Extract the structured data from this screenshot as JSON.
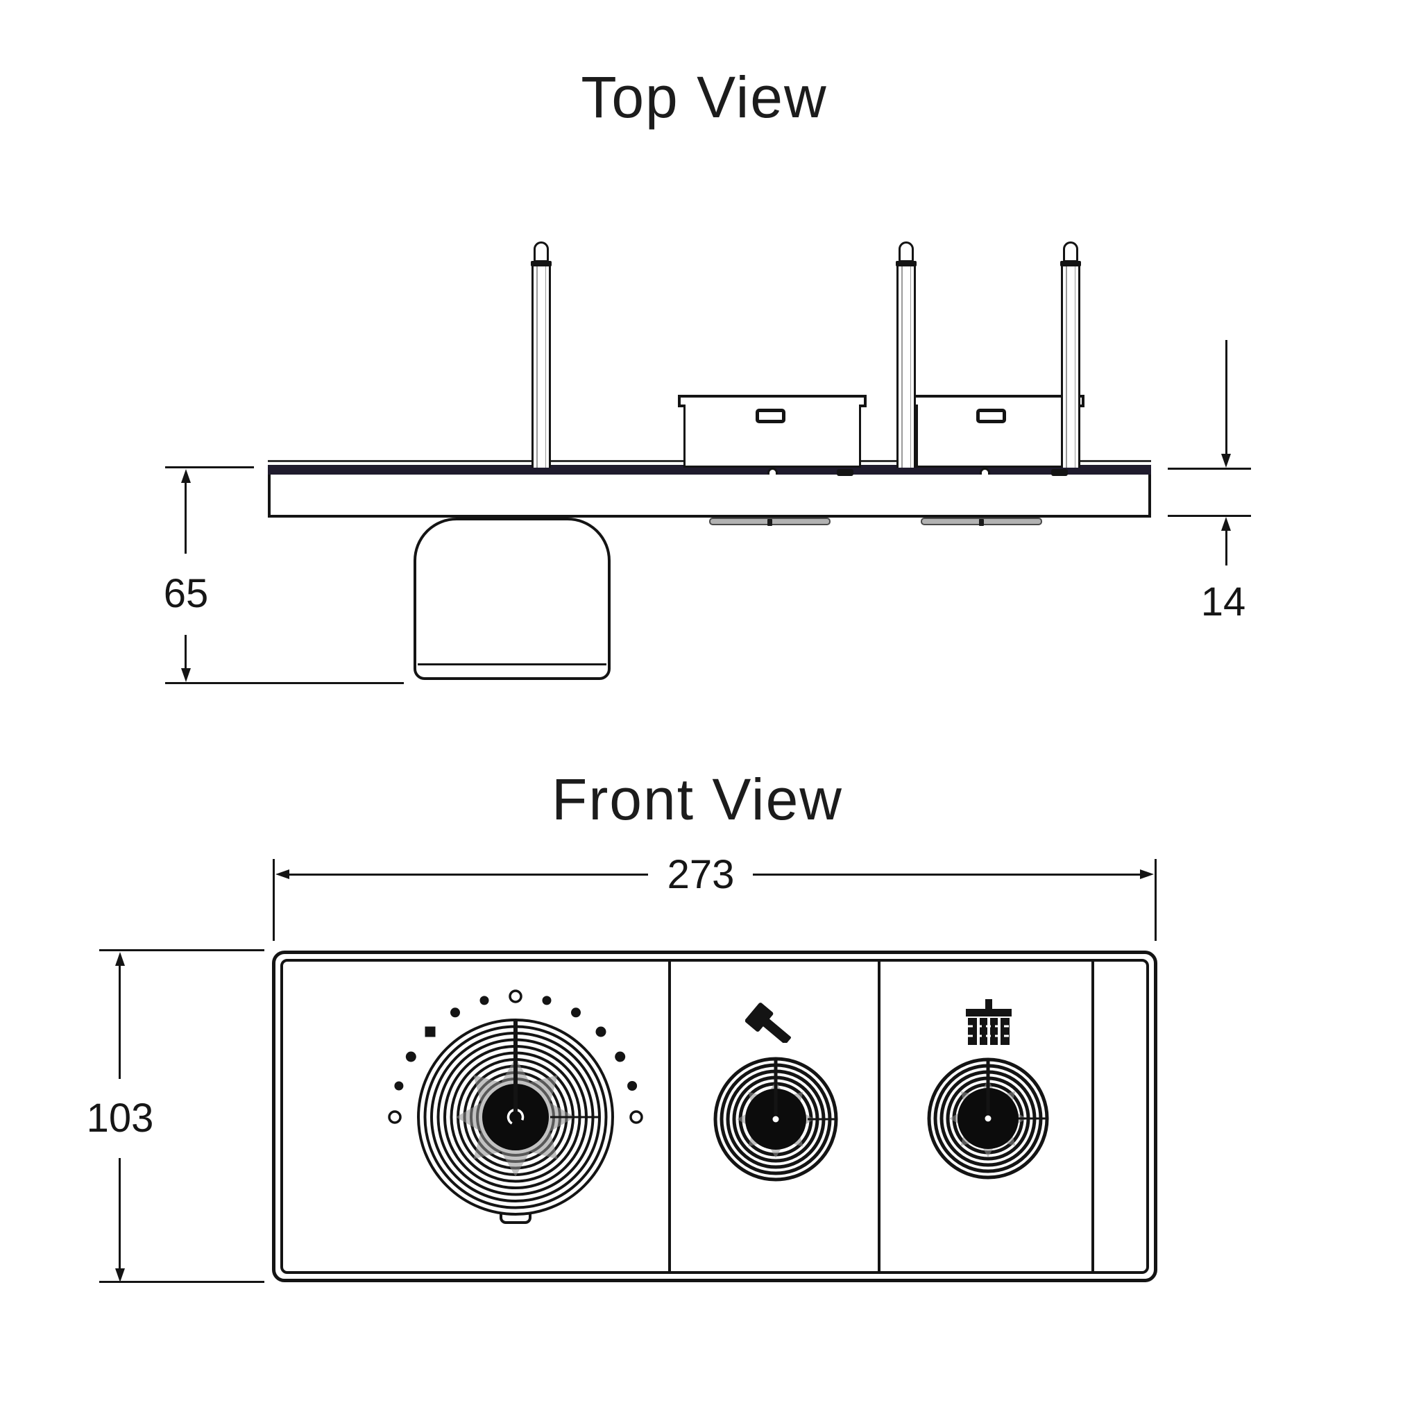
{
  "top_view": {
    "title": "Top View",
    "dimensions": {
      "knob_depth": "65",
      "plate_thickness": "14"
    }
  },
  "front_view": {
    "title": "Front View",
    "dimensions": {
      "width": "273",
      "height": "103"
    },
    "knobs": [
      {
        "name": "temperature-knob",
        "marks": "13 scale dots, square mark at 135°, open circles at 0°, 90°, 180°"
      },
      {
        "name": "hand-shower-knob",
        "icon": "hand-shower-icon"
      },
      {
        "name": "overhead-shower-knob",
        "icon": "overhead-shower-icon"
      }
    ]
  },
  "colors": {
    "ink": "#141414",
    "plate_top_band": "#1f1b2d",
    "dial_gray": "#b2b2b2",
    "background": "#ffffff"
  }
}
